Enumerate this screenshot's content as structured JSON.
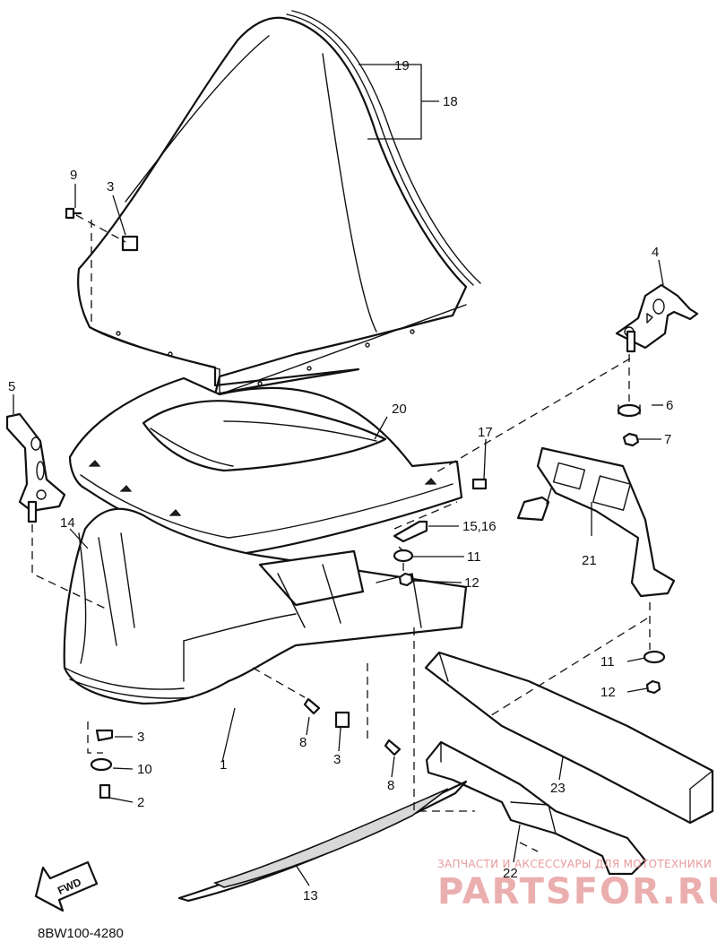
{
  "diagram_code": "8BW100-4280",
  "fwd_label": "FWD",
  "watermark": {
    "caption": "ЗАПЧАСТИ И АКСЕССУАРЫ ДЛЯ МОТОТЕХНИКИ",
    "brand": "PARTSFOR.RU"
  },
  "callouts": {
    "c1": "1",
    "c2": "2",
    "c3_top": "3",
    "c3_mid": "3",
    "c3_low": "3",
    "c4": "4",
    "c5": "5",
    "c6": "6",
    "c7": "7",
    "c8_left": "8",
    "c8_right": "8",
    "c9": "9",
    "c10": "10",
    "c11_mid": "11",
    "c11_right": "11",
    "c12_mid": "12",
    "c12_right": "12",
    "c13": "13",
    "c14": "14",
    "c15_16": "15,16",
    "c17": "17",
    "c18": "18",
    "c19": "19",
    "c20": "20",
    "c21": "21",
    "c22": "22",
    "c23": "23"
  }
}
